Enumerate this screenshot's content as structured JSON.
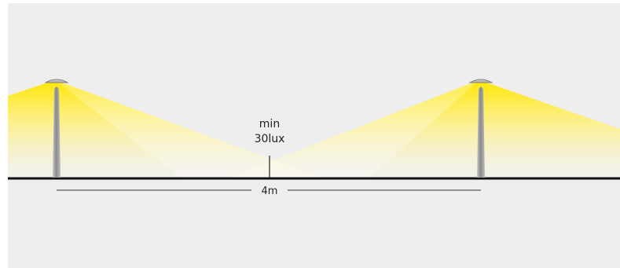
{
  "diagram": {
    "min_label": "min",
    "lux_label": "30lux",
    "distance_label": "4m",
    "colors": {
      "background": "#eeeeee",
      "light": "#ffe600",
      "ground": "#111111",
      "pole": "#9a9a9a"
    }
  }
}
